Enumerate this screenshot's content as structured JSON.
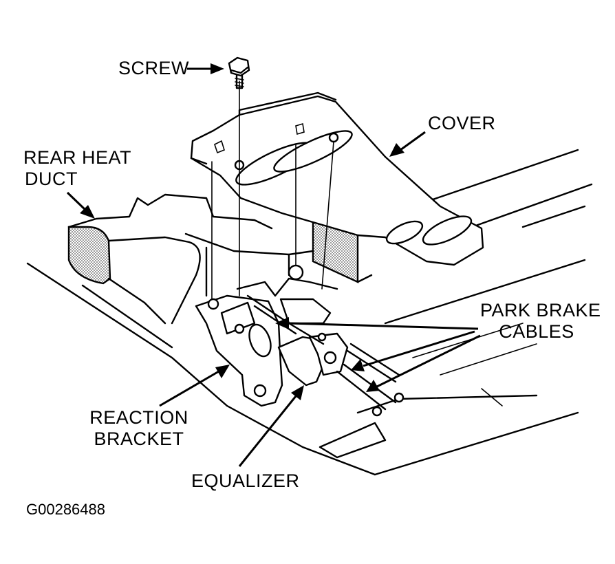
{
  "labels": {
    "screw": "SCREW",
    "cover": "COVER",
    "rear_heat_duct_line1": "REAR HEAT",
    "rear_heat_duct_line2": "DUCT",
    "park_brake_cables_line1": "PARK BRAKE",
    "park_brake_cables_line2": "CABLES",
    "reaction_bracket_line1": "REACTION",
    "reaction_bracket_line2": "BRACKET",
    "equalizer": "EQUALIZER"
  },
  "figure_id": "G00286488",
  "colors": {
    "ink": "#000000",
    "paper": "#ffffff",
    "shading": "#9a9a9a"
  }
}
